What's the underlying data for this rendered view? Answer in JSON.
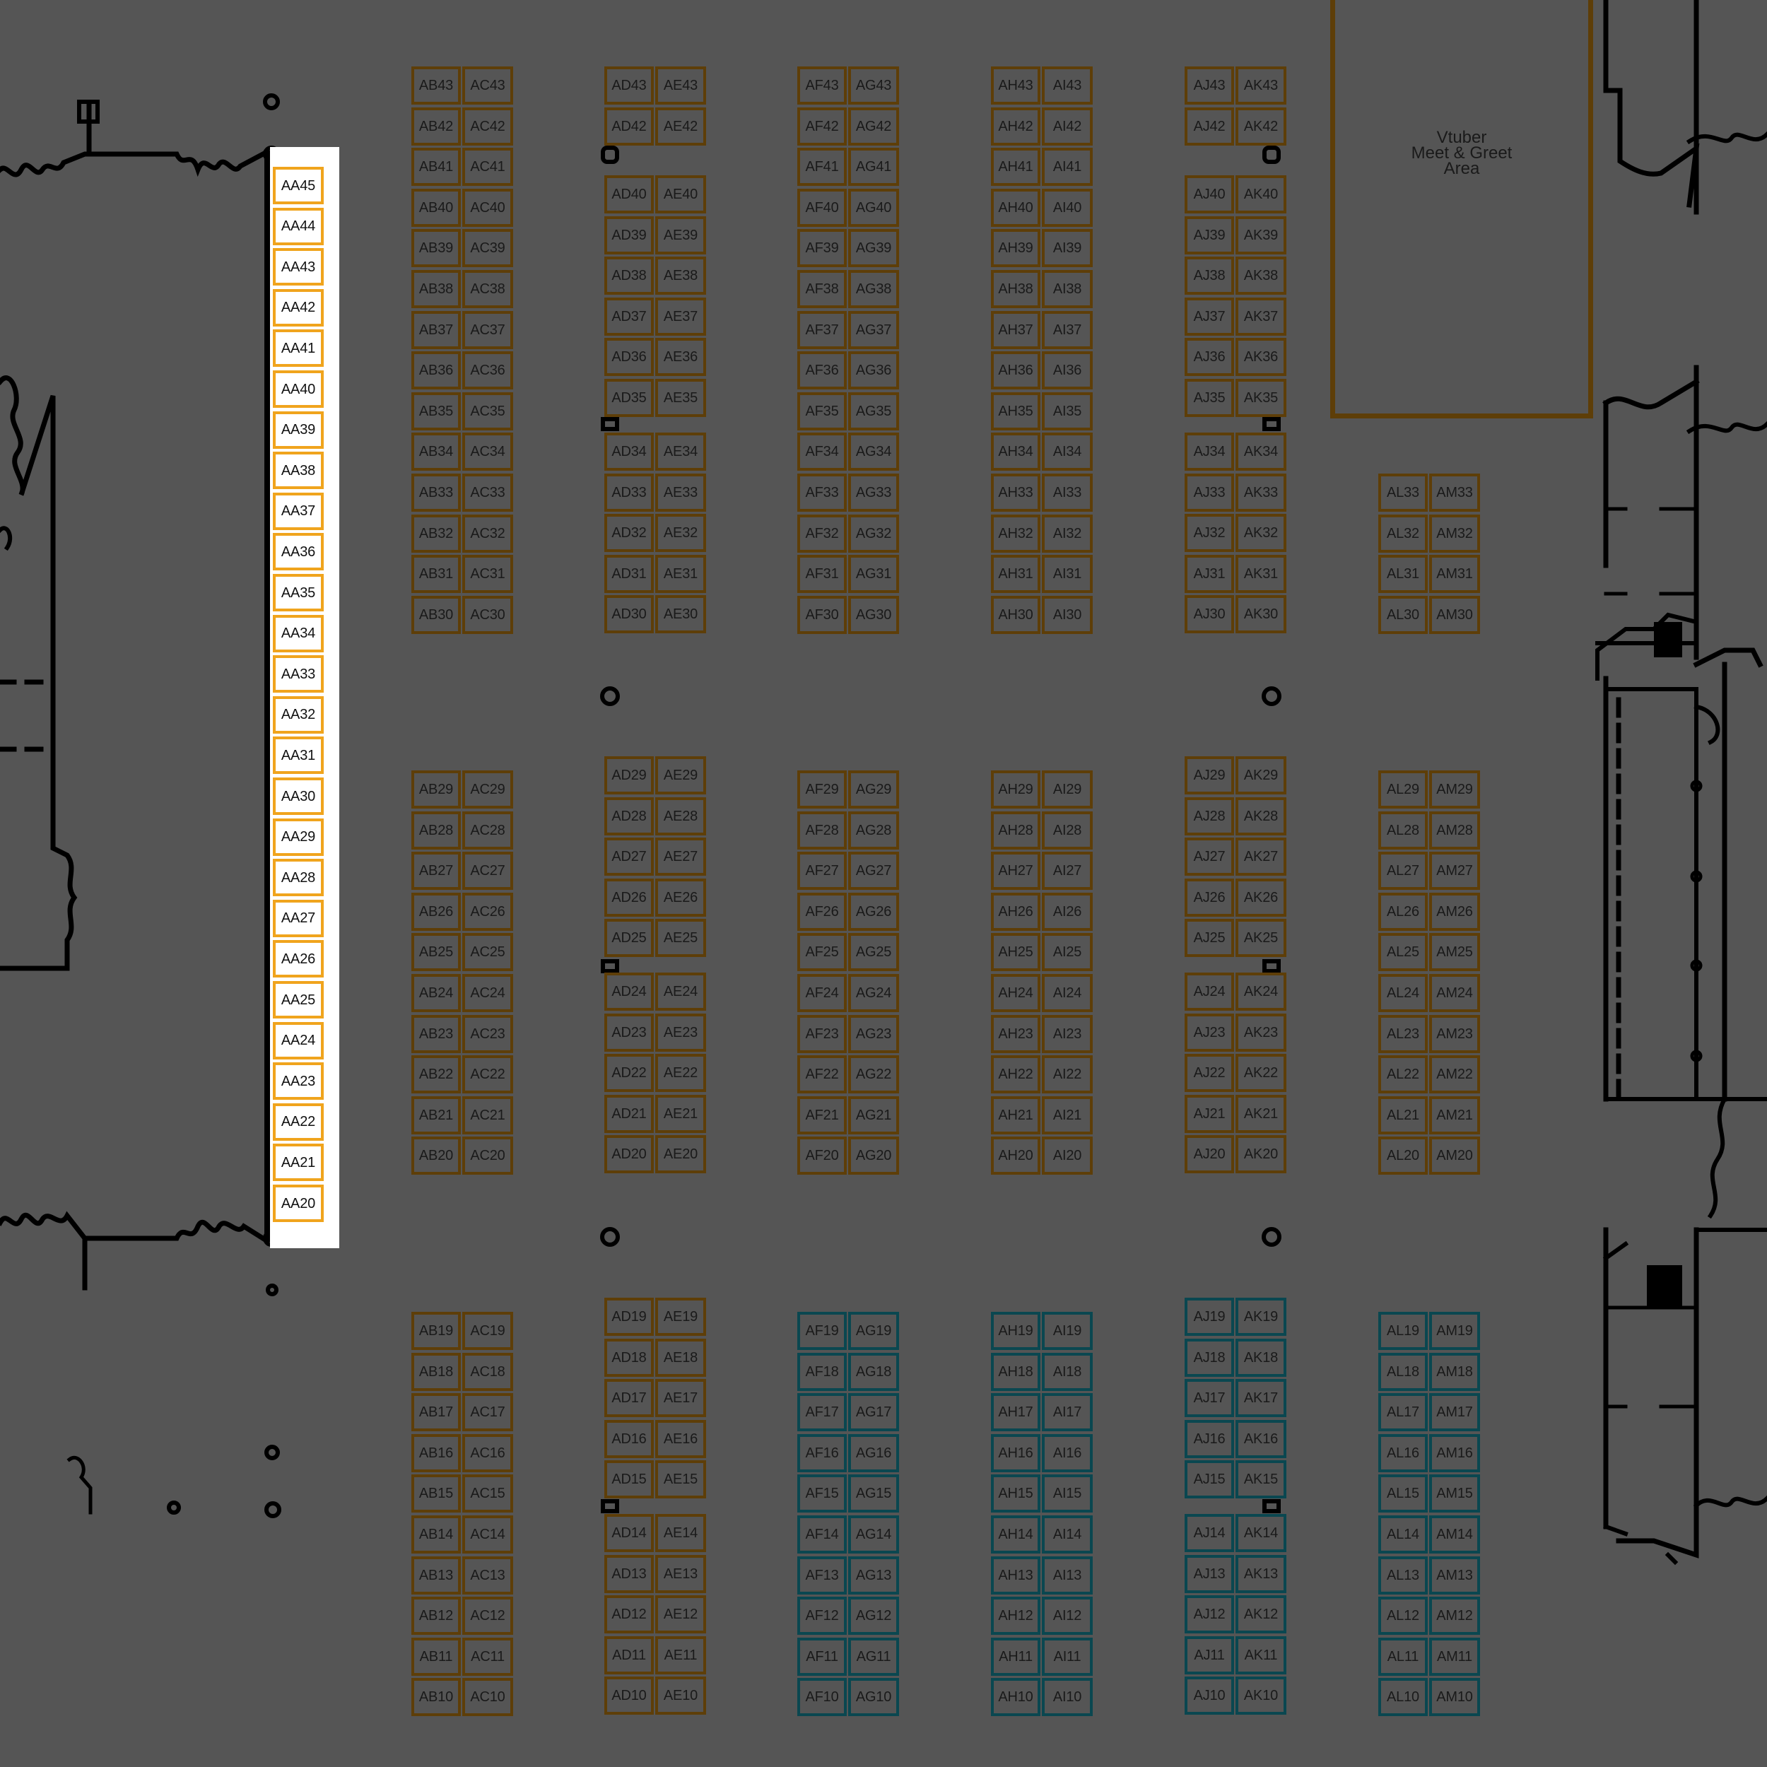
{
  "map": {
    "special_area": {
      "label": "Vtuber\nMeet & Greet\nArea"
    },
    "colors": {
      "background": "#555555",
      "brown_booth_border": "#5e3e08",
      "teal_booth_border": "#0a4750",
      "gold_booth_border": "#f0a41d",
      "aa_strip": "#ffffff",
      "walls": "#000000"
    },
    "booth_groups": [
      {
        "section": "AA wall strip",
        "color": "gold",
        "columns": [
          {
            "label_prefix": "AA",
            "numbers_top_to_bottom": [
              "45",
              "44",
              "43",
              "42",
              "41",
              "40",
              "39",
              "38",
              "37",
              "36",
              "35",
              "34",
              "33",
              "32",
              "31",
              "30",
              "29",
              "28",
              "27",
              "26",
              "25",
              "24",
              "23",
              "22",
              "21",
              "20"
            ]
          }
        ]
      },
      {
        "section": "upper",
        "color": "brown",
        "columns": [
          {
            "label_prefix": "AB",
            "numbers_top_to_bottom": [
              "43",
              "42",
              "41",
              "40",
              "39",
              "38",
              "37",
              "36",
              "35",
              "34",
              "33",
              "32",
              "31",
              "30"
            ]
          },
          {
            "label_prefix": "AC",
            "numbers_top_to_bottom": [
              "43",
              "42",
              "41",
              "40",
              "39",
              "38",
              "37",
              "36",
              "35",
              "34",
              "33",
              "32",
              "31",
              "30"
            ]
          }
        ]
      },
      {
        "section": "upper",
        "color": "brown",
        "columns": [
          {
            "label_prefix": "AD",
            "numbers_top_to_bottom": [
              "43",
              "42"
            ]
          },
          {
            "label_prefix": "AE",
            "numbers_top_to_bottom": [
              "43",
              "42"
            ]
          }
        ]
      },
      {
        "section": "upper",
        "color": "brown",
        "columns": [
          {
            "label_prefix": "AD",
            "numbers_top_to_bottom": [
              "40",
              "39",
              "38",
              "37",
              "36",
              "35"
            ]
          },
          {
            "label_prefix": "AE",
            "numbers_top_to_bottom": [
              "40",
              "39",
              "38",
              "37",
              "36",
              "35"
            ]
          }
        ]
      },
      {
        "section": "upper",
        "color": "brown",
        "columns": [
          {
            "label_prefix": "AD",
            "numbers_top_to_bottom": [
              "34",
              "33",
              "32",
              "31",
              "30"
            ]
          },
          {
            "label_prefix": "AE",
            "numbers_top_to_bottom": [
              "34",
              "33",
              "32",
              "31",
              "30"
            ]
          }
        ]
      },
      {
        "section": "upper",
        "color": "brown",
        "columns": [
          {
            "label_prefix": "AF",
            "numbers_top_to_bottom": [
              "43",
              "42",
              "41",
              "40",
              "39",
              "38",
              "37",
              "36",
              "35",
              "34",
              "33",
              "32",
              "31",
              "30"
            ]
          },
          {
            "label_prefix": "AG",
            "numbers_top_to_bottom": [
              "43",
              "42",
              "41",
              "40",
              "39",
              "38",
              "37",
              "36",
              "35",
              "34",
              "33",
              "32",
              "31",
              "30"
            ]
          }
        ]
      },
      {
        "section": "upper",
        "color": "brown",
        "columns": [
          {
            "label_prefix": "AH",
            "numbers_top_to_bottom": [
              "43",
              "42",
              "41",
              "40",
              "39",
              "38",
              "37",
              "36",
              "35",
              "34",
              "33",
              "32",
              "31",
              "30"
            ]
          },
          {
            "label_prefix": "AI",
            "numbers_top_to_bottom": [
              "43",
              "42",
              "41",
              "40",
              "39",
              "38",
              "37",
              "36",
              "35",
              "34",
              "33",
              "32",
              "31",
              "30"
            ]
          }
        ]
      },
      {
        "section": "upper",
        "color": "brown",
        "columns": [
          {
            "label_prefix": "AJ",
            "numbers_top_to_bottom": [
              "43",
              "42"
            ]
          },
          {
            "label_prefix": "AK",
            "numbers_top_to_bottom": [
              "43",
              "42"
            ]
          }
        ]
      },
      {
        "section": "upper",
        "color": "brown",
        "columns": [
          {
            "label_prefix": "AJ",
            "numbers_top_to_bottom": [
              "40",
              "39",
              "38",
              "37",
              "36",
              "35"
            ]
          },
          {
            "label_prefix": "AK",
            "numbers_top_to_bottom": [
              "40",
              "39",
              "38",
              "37",
              "36",
              "35"
            ]
          }
        ]
      },
      {
        "section": "upper",
        "color": "brown",
        "columns": [
          {
            "label_prefix": "AJ",
            "numbers_top_to_bottom": [
              "34",
              "33",
              "32",
              "31",
              "30"
            ]
          },
          {
            "label_prefix": "AK",
            "numbers_top_to_bottom": [
              "34",
              "33",
              "32",
              "31",
              "30"
            ]
          }
        ]
      },
      {
        "section": "upper",
        "color": "brown",
        "columns": [
          {
            "label_prefix": "AL",
            "numbers_top_to_bottom": [
              "33",
              "32",
              "31",
              "30"
            ]
          },
          {
            "label_prefix": "AM",
            "numbers_top_to_bottom": [
              "33",
              "32",
              "31",
              "30"
            ]
          }
        ]
      },
      {
        "section": "middle",
        "color": "brown",
        "columns": [
          {
            "label_prefix": "AB",
            "numbers_top_to_bottom": [
              "29",
              "28",
              "27",
              "26",
              "25",
              "24",
              "23",
              "22",
              "21",
              "20"
            ]
          },
          {
            "label_prefix": "AC",
            "numbers_top_to_bottom": [
              "29",
              "28",
              "27",
              "26",
              "25",
              "24",
              "23",
              "22",
              "21",
              "20"
            ]
          }
        ]
      },
      {
        "section": "middle",
        "color": "brown",
        "columns": [
          {
            "label_prefix": "AD",
            "numbers_top_to_bottom": [
              "29",
              "28",
              "27",
              "26",
              "25"
            ]
          },
          {
            "label_prefix": "AE",
            "numbers_top_to_bottom": [
              "29",
              "28",
              "27",
              "26",
              "25"
            ]
          }
        ]
      },
      {
        "section": "middle",
        "color": "brown",
        "columns": [
          {
            "label_prefix": "AD",
            "numbers_top_to_bottom": [
              "24",
              "23",
              "22",
              "21",
              "20"
            ]
          },
          {
            "label_prefix": "AE",
            "numbers_top_to_bottom": [
              "24",
              "23",
              "22",
              "21",
              "20"
            ]
          }
        ]
      },
      {
        "section": "middle",
        "color": "brown",
        "columns": [
          {
            "label_prefix": "AF",
            "numbers_top_to_bottom": [
              "29",
              "28",
              "27",
              "26",
              "25",
              "24",
              "23",
              "22",
              "21",
              "20"
            ]
          },
          {
            "label_prefix": "AG",
            "numbers_top_to_bottom": [
              "29",
              "28",
              "27",
              "26",
              "25",
              "24",
              "23",
              "22",
              "21",
              "20"
            ]
          }
        ]
      },
      {
        "section": "middle",
        "color": "brown",
        "columns": [
          {
            "label_prefix": "AH",
            "numbers_top_to_bottom": [
              "29",
              "28",
              "27",
              "26",
              "25",
              "24",
              "23",
              "22",
              "21",
              "20"
            ]
          },
          {
            "label_prefix": "AI",
            "numbers_top_to_bottom": [
              "29",
              "28",
              "27",
              "26",
              "25",
              "24",
              "23",
              "22",
              "21",
              "20"
            ]
          }
        ]
      },
      {
        "section": "middle",
        "color": "brown",
        "columns": [
          {
            "label_prefix": "AJ",
            "numbers_top_to_bottom": [
              "29",
              "28",
              "27",
              "26",
              "25"
            ]
          },
          {
            "label_prefix": "AK",
            "numbers_top_to_bottom": [
              "29",
              "28",
              "27",
              "26",
              "25"
            ]
          }
        ]
      },
      {
        "section": "middle",
        "color": "brown",
        "columns": [
          {
            "label_prefix": "AJ",
            "numbers_top_to_bottom": [
              "24",
              "23",
              "22",
              "21",
              "20"
            ]
          },
          {
            "label_prefix": "AK",
            "numbers_top_to_bottom": [
              "24",
              "23",
              "22",
              "21",
              "20"
            ]
          }
        ]
      },
      {
        "section": "middle",
        "color": "brown",
        "columns": [
          {
            "label_prefix": "AL",
            "numbers_top_to_bottom": [
              "29",
              "28",
              "27",
              "26",
              "25",
              "24",
              "23",
              "22",
              "21",
              "20"
            ]
          },
          {
            "label_prefix": "AM",
            "numbers_top_to_bottom": [
              "29",
              "28",
              "27",
              "26",
              "25",
              "24",
              "23",
              "22",
              "21",
              "20"
            ]
          }
        ]
      },
      {
        "section": "lower",
        "color": "brown",
        "columns": [
          {
            "label_prefix": "AB",
            "numbers_top_to_bottom": [
              "19",
              "18",
              "17",
              "16",
              "15",
              "14",
              "13",
              "12",
              "11",
              "10"
            ]
          },
          {
            "label_prefix": "AC",
            "numbers_top_to_bottom": [
              "19",
              "18",
              "17",
              "16",
              "15",
              "14",
              "13",
              "12",
              "11",
              "10"
            ]
          }
        ]
      },
      {
        "section": "lower",
        "color": "brown",
        "columns": [
          {
            "label_prefix": "AD",
            "numbers_top_to_bottom": [
              "19",
              "18",
              "17",
              "16",
              "15"
            ]
          },
          {
            "label_prefix": "AE",
            "numbers_top_to_bottom": [
              "19",
              "18",
              "17",
              "16",
              "15"
            ]
          }
        ]
      },
      {
        "section": "lower",
        "color": "brown",
        "columns": [
          {
            "label_prefix": "AD",
            "numbers_top_to_bottom": [
              "14",
              "13",
              "12",
              "11",
              "10"
            ]
          },
          {
            "label_prefix": "AE",
            "numbers_top_to_bottom": [
              "14",
              "13",
              "12",
              "11",
              "10"
            ]
          }
        ]
      },
      {
        "section": "lower",
        "color": "teal",
        "columns": [
          {
            "label_prefix": "AF",
            "numbers_top_to_bottom": [
              "19",
              "18",
              "17",
              "16",
              "15",
              "14",
              "13",
              "12",
              "11",
              "10"
            ]
          },
          {
            "label_prefix": "AG",
            "numbers_top_to_bottom": [
              "19",
              "18",
              "17",
              "16",
              "15",
              "14",
              "13",
              "12",
              "11",
              "10"
            ]
          }
        ]
      },
      {
        "section": "lower",
        "color": "teal",
        "columns": [
          {
            "label_prefix": "AH",
            "numbers_top_to_bottom": [
              "19",
              "18",
              "17",
              "16",
              "15",
              "14",
              "13",
              "12",
              "11",
              "10"
            ]
          },
          {
            "label_prefix": "AI",
            "numbers_top_to_bottom": [
              "19",
              "18",
              "17",
              "16",
              "15",
              "14",
              "13",
              "12",
              "11",
              "10"
            ]
          }
        ]
      },
      {
        "section": "lower",
        "color": "teal",
        "columns": [
          {
            "label_prefix": "AJ",
            "numbers_top_to_bottom": [
              "19",
              "18",
              "17",
              "16",
              "15"
            ]
          },
          {
            "label_prefix": "AK",
            "numbers_top_to_bottom": [
              "19",
              "18",
              "17",
              "16",
              "15"
            ]
          }
        ]
      },
      {
        "section": "lower",
        "color": "teal",
        "columns": [
          {
            "label_prefix": "AJ",
            "numbers_top_to_bottom": [
              "14",
              "13",
              "12",
              "11",
              "10"
            ]
          },
          {
            "label_prefix": "AK",
            "numbers_top_to_bottom": [
              "14",
              "13",
              "12",
              "11",
              "10"
            ]
          }
        ]
      },
      {
        "section": "lower",
        "color": "teal",
        "columns": [
          {
            "label_prefix": "AL",
            "numbers_top_to_bottom": [
              "19",
              "18",
              "17",
              "16",
              "15",
              "14",
              "13",
              "12",
              "11",
              "10"
            ]
          },
          {
            "label_prefix": "AM",
            "numbers_top_to_bottom": [
              "19",
              "18",
              "17",
              "16",
              "15",
              "14",
              "13",
              "12",
              "11",
              "10"
            ]
          }
        ]
      }
    ]
  }
}
